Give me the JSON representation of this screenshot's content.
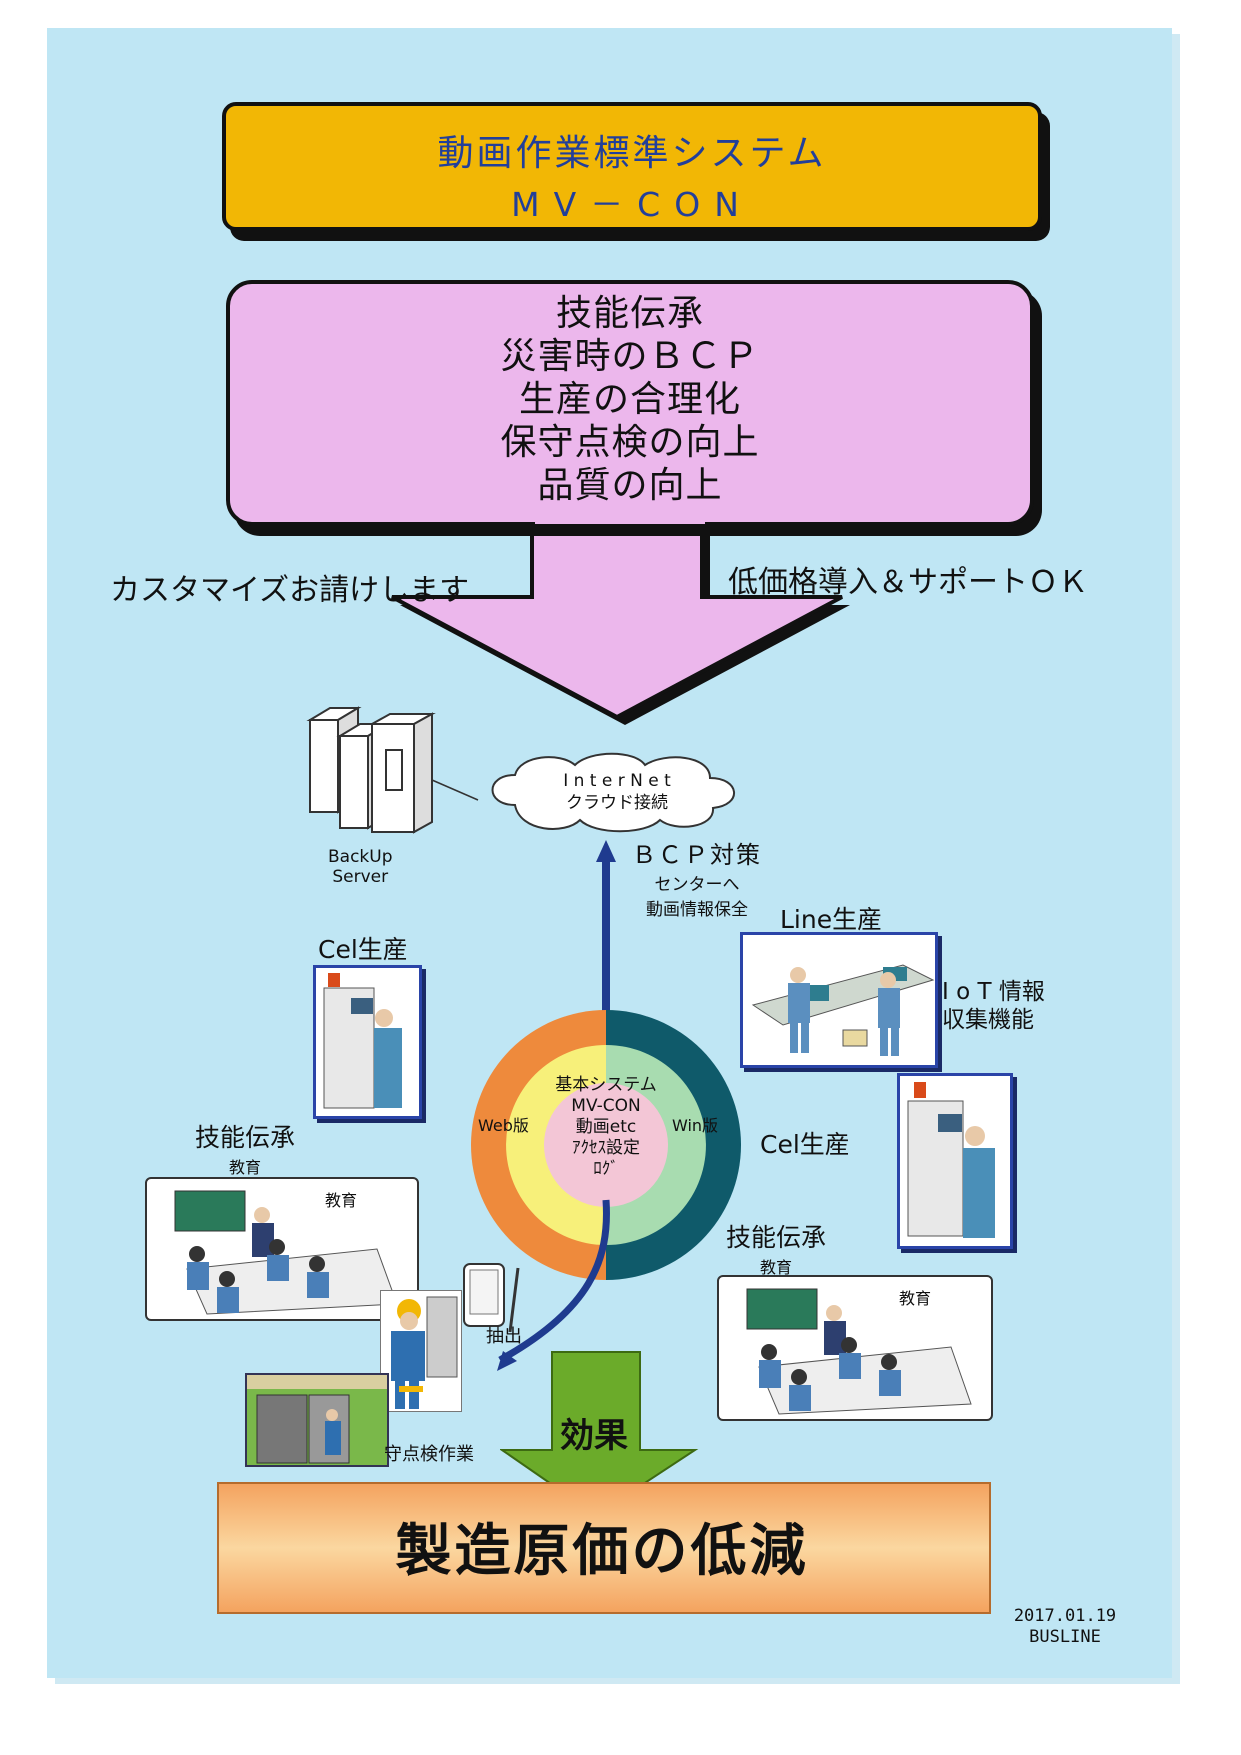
{
  "title": {
    "line1": "動画作業標準システム",
    "line2": "MV－CON"
  },
  "goals": [
    "技能伝承",
    "災害時のＢＣＰ",
    "生産の合理化",
    "保守点検の向上",
    "品質の向上"
  ],
  "left_note": "カスタマイズお請けします",
  "right_note": "低価格導入＆サポートＯＫ",
  "server_label": [
    "BackUp",
    "Server"
  ],
  "cloud_label": [
    "I n t e r N e t",
    "クラウド接続"
  ],
  "bcp": {
    "title": "ＢＣＰ対策",
    "sub1": "センターへ",
    "sub2": "動画情報保全"
  },
  "line_production": "Line生産",
  "iot": [
    "I o T 情報",
    "収集機能"
  ],
  "cel_production_left": "Cel生産",
  "cel_production_right": "Cel生産",
  "skill_left": {
    "title": "技能伝承",
    "sub": "教育"
  },
  "skill_right": {
    "title": "技能伝承",
    "sub": "教育"
  },
  "classroom_label": "教育",
  "core": {
    "lines": [
      "基本システム",
      "MV-CON",
      "動画etc",
      "ｱｸｾｽ設定",
      "ﾛｸﾞ"
    ],
    "web": "Web版",
    "win": "Win版"
  },
  "extract_label": "抽出",
  "maintenance_label": "守点検作業",
  "effect_label": "効果",
  "result": "製造原価の低減",
  "footer": {
    "date": "2017.01.19",
    "company": "BUSLINE"
  },
  "colors": {
    "sheet": "#bfe6f4",
    "title_bg": "#f2b705",
    "goals_bg": "#ecb7ec",
    "ring_orange": "#ee8a3c",
    "ring_teal": "#0f5a6a",
    "arrow_blue": "#1f3b8f",
    "effect_green": "#6bab2a"
  }
}
